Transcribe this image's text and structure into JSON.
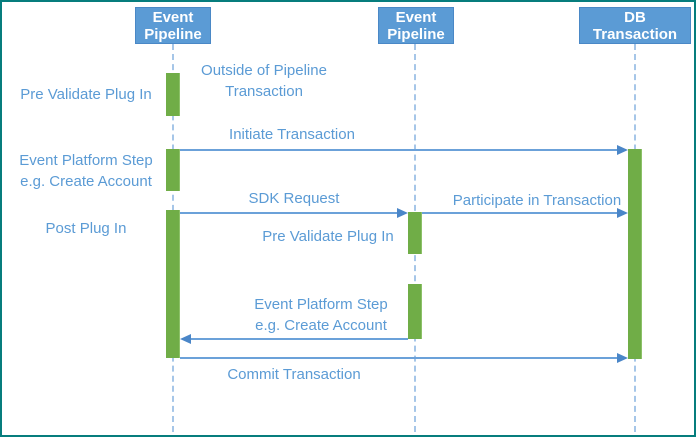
{
  "diagram": {
    "type": "sequence-diagram",
    "actors": [
      {
        "line1": "Event",
        "line2": "Pipeline"
      },
      {
        "line1": "Event",
        "line2": "Pipeline"
      },
      {
        "line1": "DB",
        "line2": "Transaction"
      }
    ],
    "left_annotations": {
      "pre_validate": "Pre Validate Plug In",
      "event_platform_line1": "Event Platform Step",
      "event_platform_line2": "e.g. Create Account",
      "post_plug_in": "Post Plug In"
    },
    "mid_annotations": {
      "outside_line1": "Outside of Pipeline",
      "outside_line2": "Transaction",
      "pre_validate": "Pre Validate Plug In",
      "event_platform_line1": "Event Platform Step",
      "event_platform_line2": "e.g. Create Account"
    },
    "messages": {
      "initiate": "Initiate Transaction",
      "sdk_request": "SDK Request",
      "participate": "Participate in Transaction",
      "commit": "Commit Transaction"
    },
    "colors": {
      "actor_fill": "#5B9BD5",
      "actor_text": "#FFFFFF",
      "label_text": "#5B9BD5",
      "activation_fill": "#70AD47",
      "lifeline": "#A6C6E8",
      "arrow_line": "#6BA1D9",
      "arrow_head": "#4A86C8",
      "canvas_border": "#067D7D",
      "background": "#FFFFFF"
    }
  }
}
